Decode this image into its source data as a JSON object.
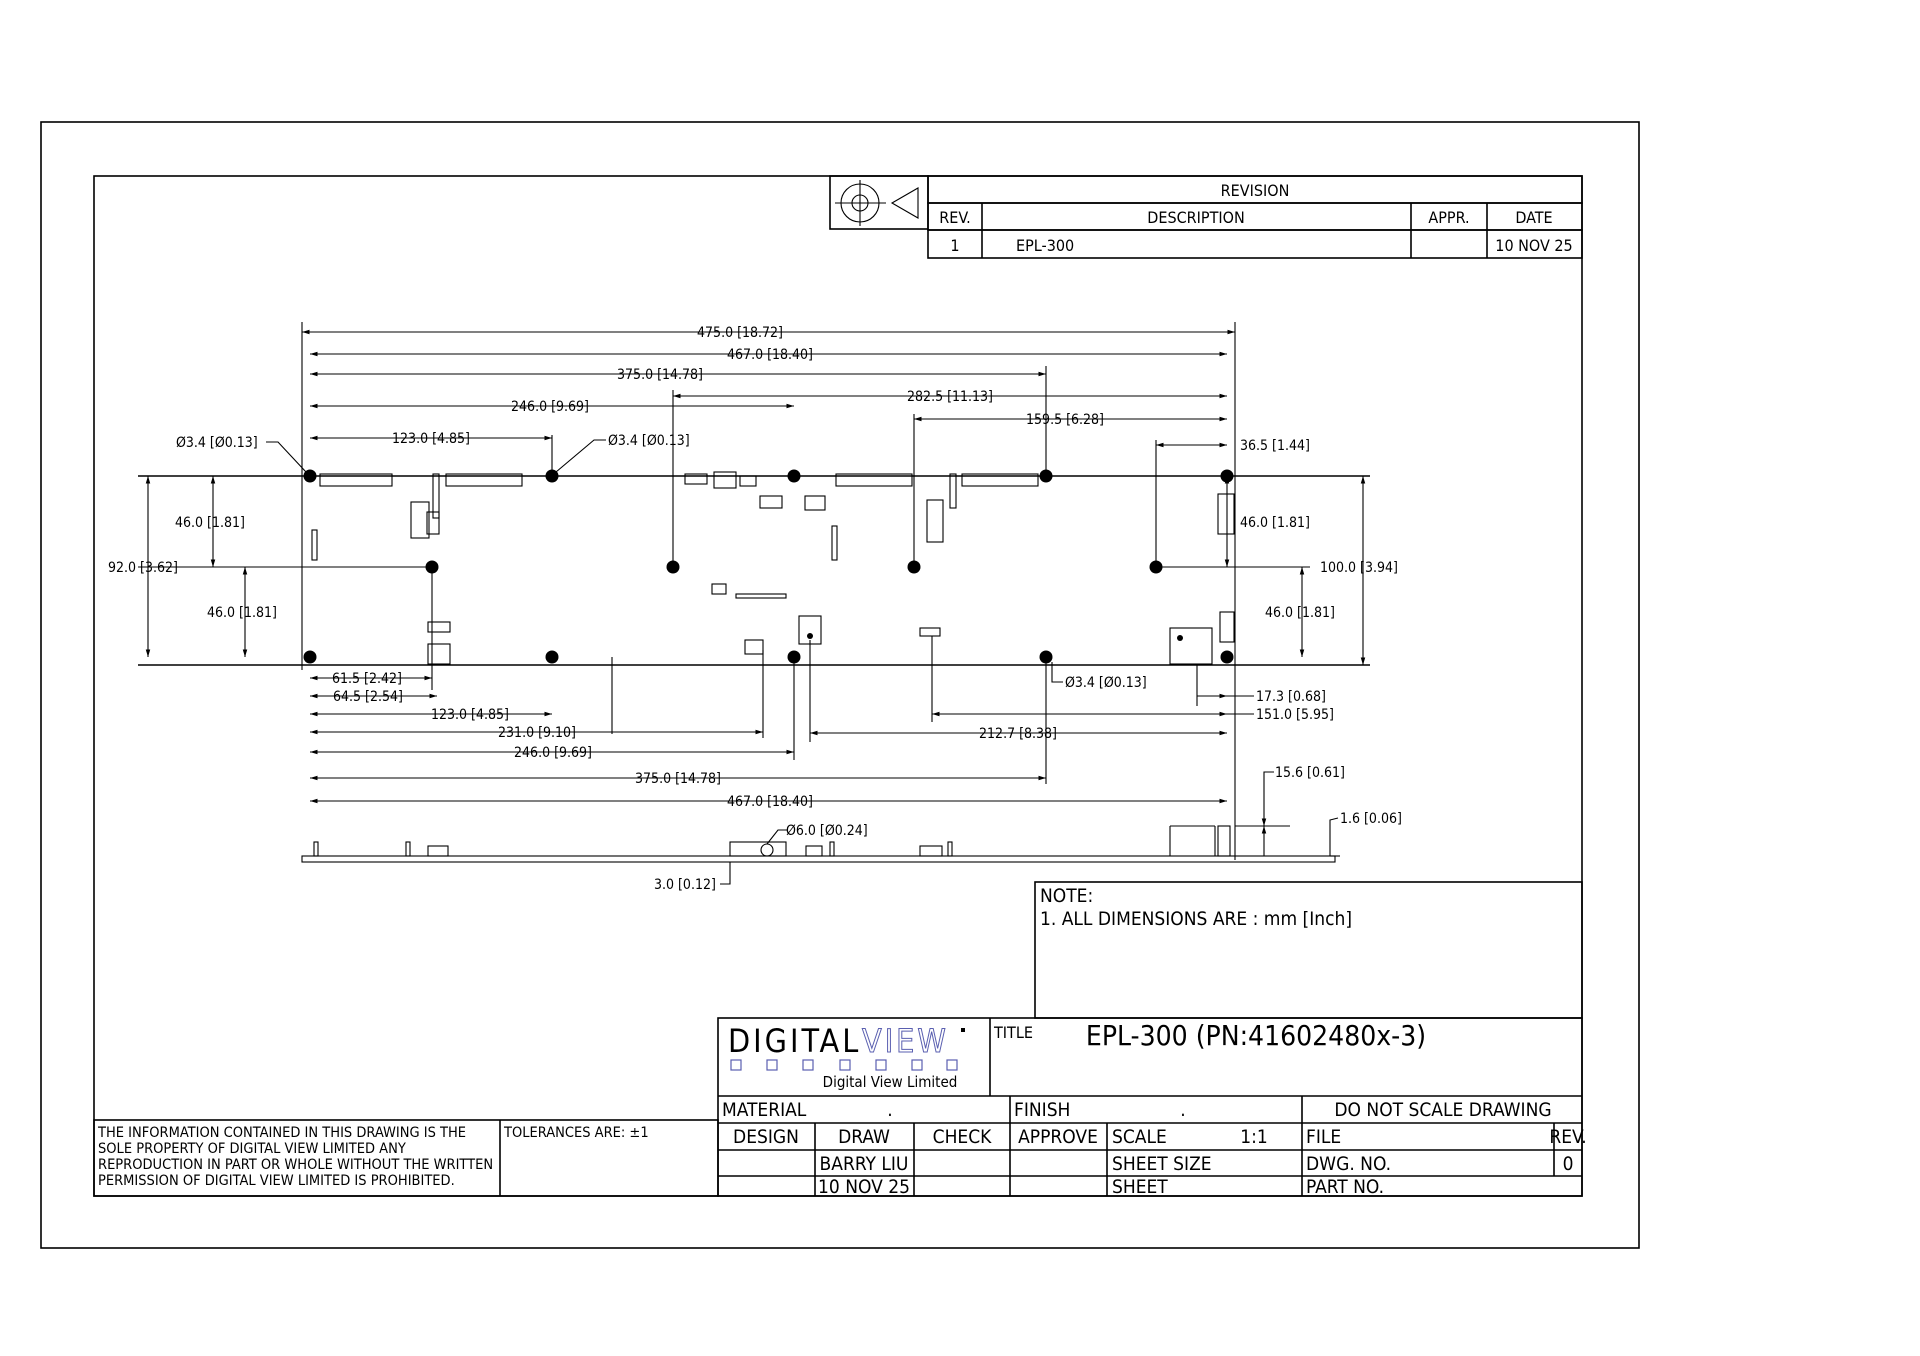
{
  "revision_block": {
    "heading": "REVISION",
    "col_rev": "REV.",
    "col_description": "DESCRIPTION",
    "col_appr": "APPR.",
    "col_date": "DATE",
    "rows": [
      {
        "rev": "1",
        "description": "EPL-300",
        "appr": "",
        "date": "10 NOV 25"
      }
    ]
  },
  "dimensions": {
    "top_475": "475.0 [18.72]",
    "top_467": "467.0 [18.40]",
    "top_375": "375.0 [14.78]",
    "top_246": "246.0 [9.69]",
    "top_282": "282.5 [11.13]",
    "top_159": "159.5 [6.28]",
    "top_123": "123.0 [4.85]",
    "top_36": "36.5 [1.44]",
    "hole_left": "Ø3.4 [Ø0.13]",
    "hole_mid": "Ø3.4 [Ø0.13]",
    "hole_bottom": "Ø3.4 [Ø0.13]",
    "left_46_top": "46.0 [1.81]",
    "left_92": "92.0 [3.62]",
    "left_46_bottom": "46.0 [1.81]",
    "right_46_top": "46.0 [1.81]",
    "right_100": "100.0 [3.94]",
    "right_46_bottom": "46.0 [1.81]",
    "bot_61": "61.5 [2.42]",
    "bot_64": "64.5 [2.54]",
    "bot_123": "123.0 [4.85]",
    "bot_231": "231.0 [9.10]",
    "bot_246": "246.0 [9.69]",
    "bot_375": "375.0 [14.78]",
    "bot_467": "467.0 [18.40]",
    "bot_212": "212.7 [8.38]",
    "bot_17": "17.3 [0.68]",
    "bot_151": "151.0 [5.95]",
    "side_15": "15.6 [0.61]",
    "side_1_6": "1.6 [0.06]",
    "side_6": "Ø6.0 [Ø0.24]",
    "side_3": "3.0 [0.12]"
  },
  "note": {
    "heading": "NOTE:",
    "line1": "1. ALL DIMENSIONS ARE : mm [Inch]"
  },
  "title_block": {
    "logo_text_a": "DIGITAL",
    "logo_text_b": "VIEW",
    "company": "Digital View Limited",
    "title_label": "TITLE",
    "title_value": "EPL-300 (PN:41602480x-3)",
    "material_label": "MATERIAL",
    "material_value": ".",
    "finish_label": "FINISH",
    "finish_value": ".",
    "do_not_scale": "DO NOT SCALE DRAWING",
    "design_label": "DESIGN",
    "draw_label": "DRAW",
    "check_label": "CHECK",
    "approve_label": "APPROVE",
    "scale_label": "SCALE",
    "scale_value": "1:1",
    "file_label": "FILE",
    "rev_label": "REV.",
    "rev_value": "0",
    "draw_name": "BARRY LIU",
    "draw_date": "10 NOV 25",
    "sheet_size_label": "SHEET SIZE",
    "dwg_no_label": "DWG. NO.",
    "sheet_label": "SHEET",
    "part_no_label": "PART NO."
  },
  "disclaimer": {
    "line1": "THE INFORMATION CONTAINED IN THIS DRAWING IS THE",
    "line2": "SOLE PROPERTY OF DIGITAL VIEW LIMITED ANY",
    "line3": "REPRODUCTION IN PART OR WHOLE WITHOUT THE WRITTEN",
    "line4": "PERMISSION OF DIGITAL VIEW LIMITED IS PROHIBITED."
  },
  "tolerances": "TOLERANCES ARE: ±1",
  "colors": {
    "ink": "#000000",
    "logo_blue": "#5a5fb0",
    "paper": "#ffffff"
  }
}
